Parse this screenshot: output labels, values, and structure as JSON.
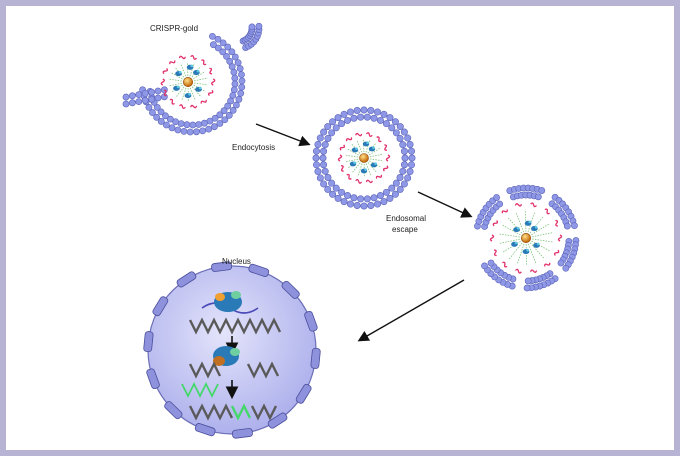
{
  "labels": {
    "crispr_gold": "CRISPR-gold",
    "endocytosis": "Endocytosis",
    "endosomal_line1": "Endosomal",
    "endosomal_line2": "escape",
    "nucleus": "Nucleus"
  },
  "colors": {
    "frame_border": "#b7b3d4",
    "membrane": "#8f98e6",
    "membrane_stroke": "#5b63b8",
    "rna_red": "#e0306a",
    "linker_green": "#7cc27c",
    "gold_core": "#e08a1a",
    "cas9_blue": "#2a7ab8",
    "nucleus_fill": "#c4c6f2",
    "dna": "#5a5a5a",
    "donor_dna": "#44d86a"
  }
}
